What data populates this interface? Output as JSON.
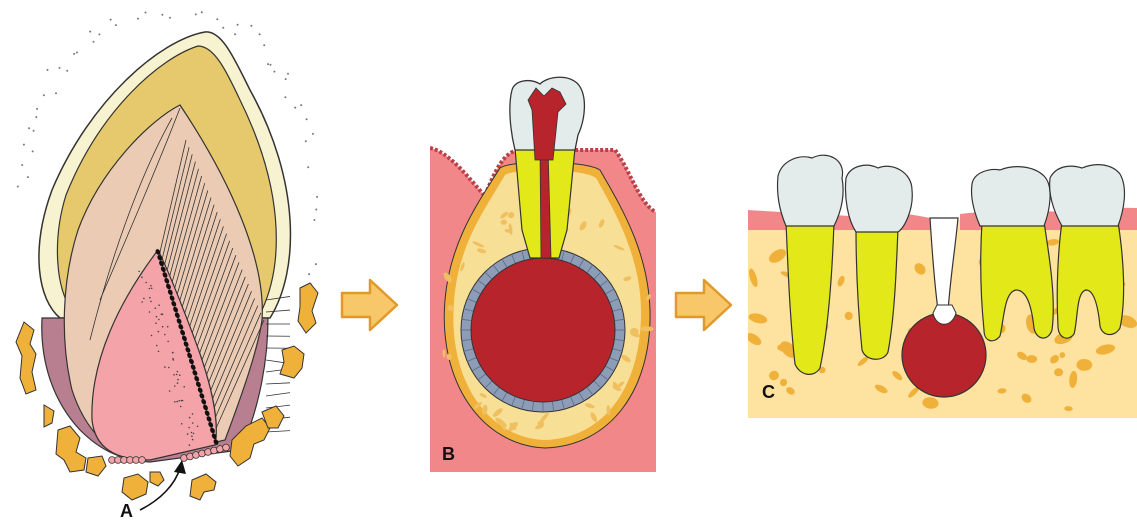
{
  "labels": {
    "a": "A",
    "b": "B",
    "c": "C"
  },
  "colors": {
    "enamel_outer": "#f7f2cf",
    "enamel_yellow": "#e6c96c",
    "dentin_tan": "#eccbb4",
    "pulp_pink": "#f4a3a9",
    "membrane_mauve": "#b87f90",
    "bone_orange": "#f0b13a",
    "gingiva": "#f2878a",
    "sac_yellow": "#f8df96",
    "bone_fill": "#fde2a0",
    "cyst_red": "#b7242b",
    "epithelium_gray": "#8e9db7",
    "root_yellow": "#e3e818",
    "crown_white": "#e3ecea",
    "arrow_fill": "#f7c76a",
    "arrow_stroke": "#e09a2c"
  },
  "icons": [
    "right-arrow-icon",
    "right-arrow-icon",
    "curved-pointer-arrow-icon"
  ]
}
